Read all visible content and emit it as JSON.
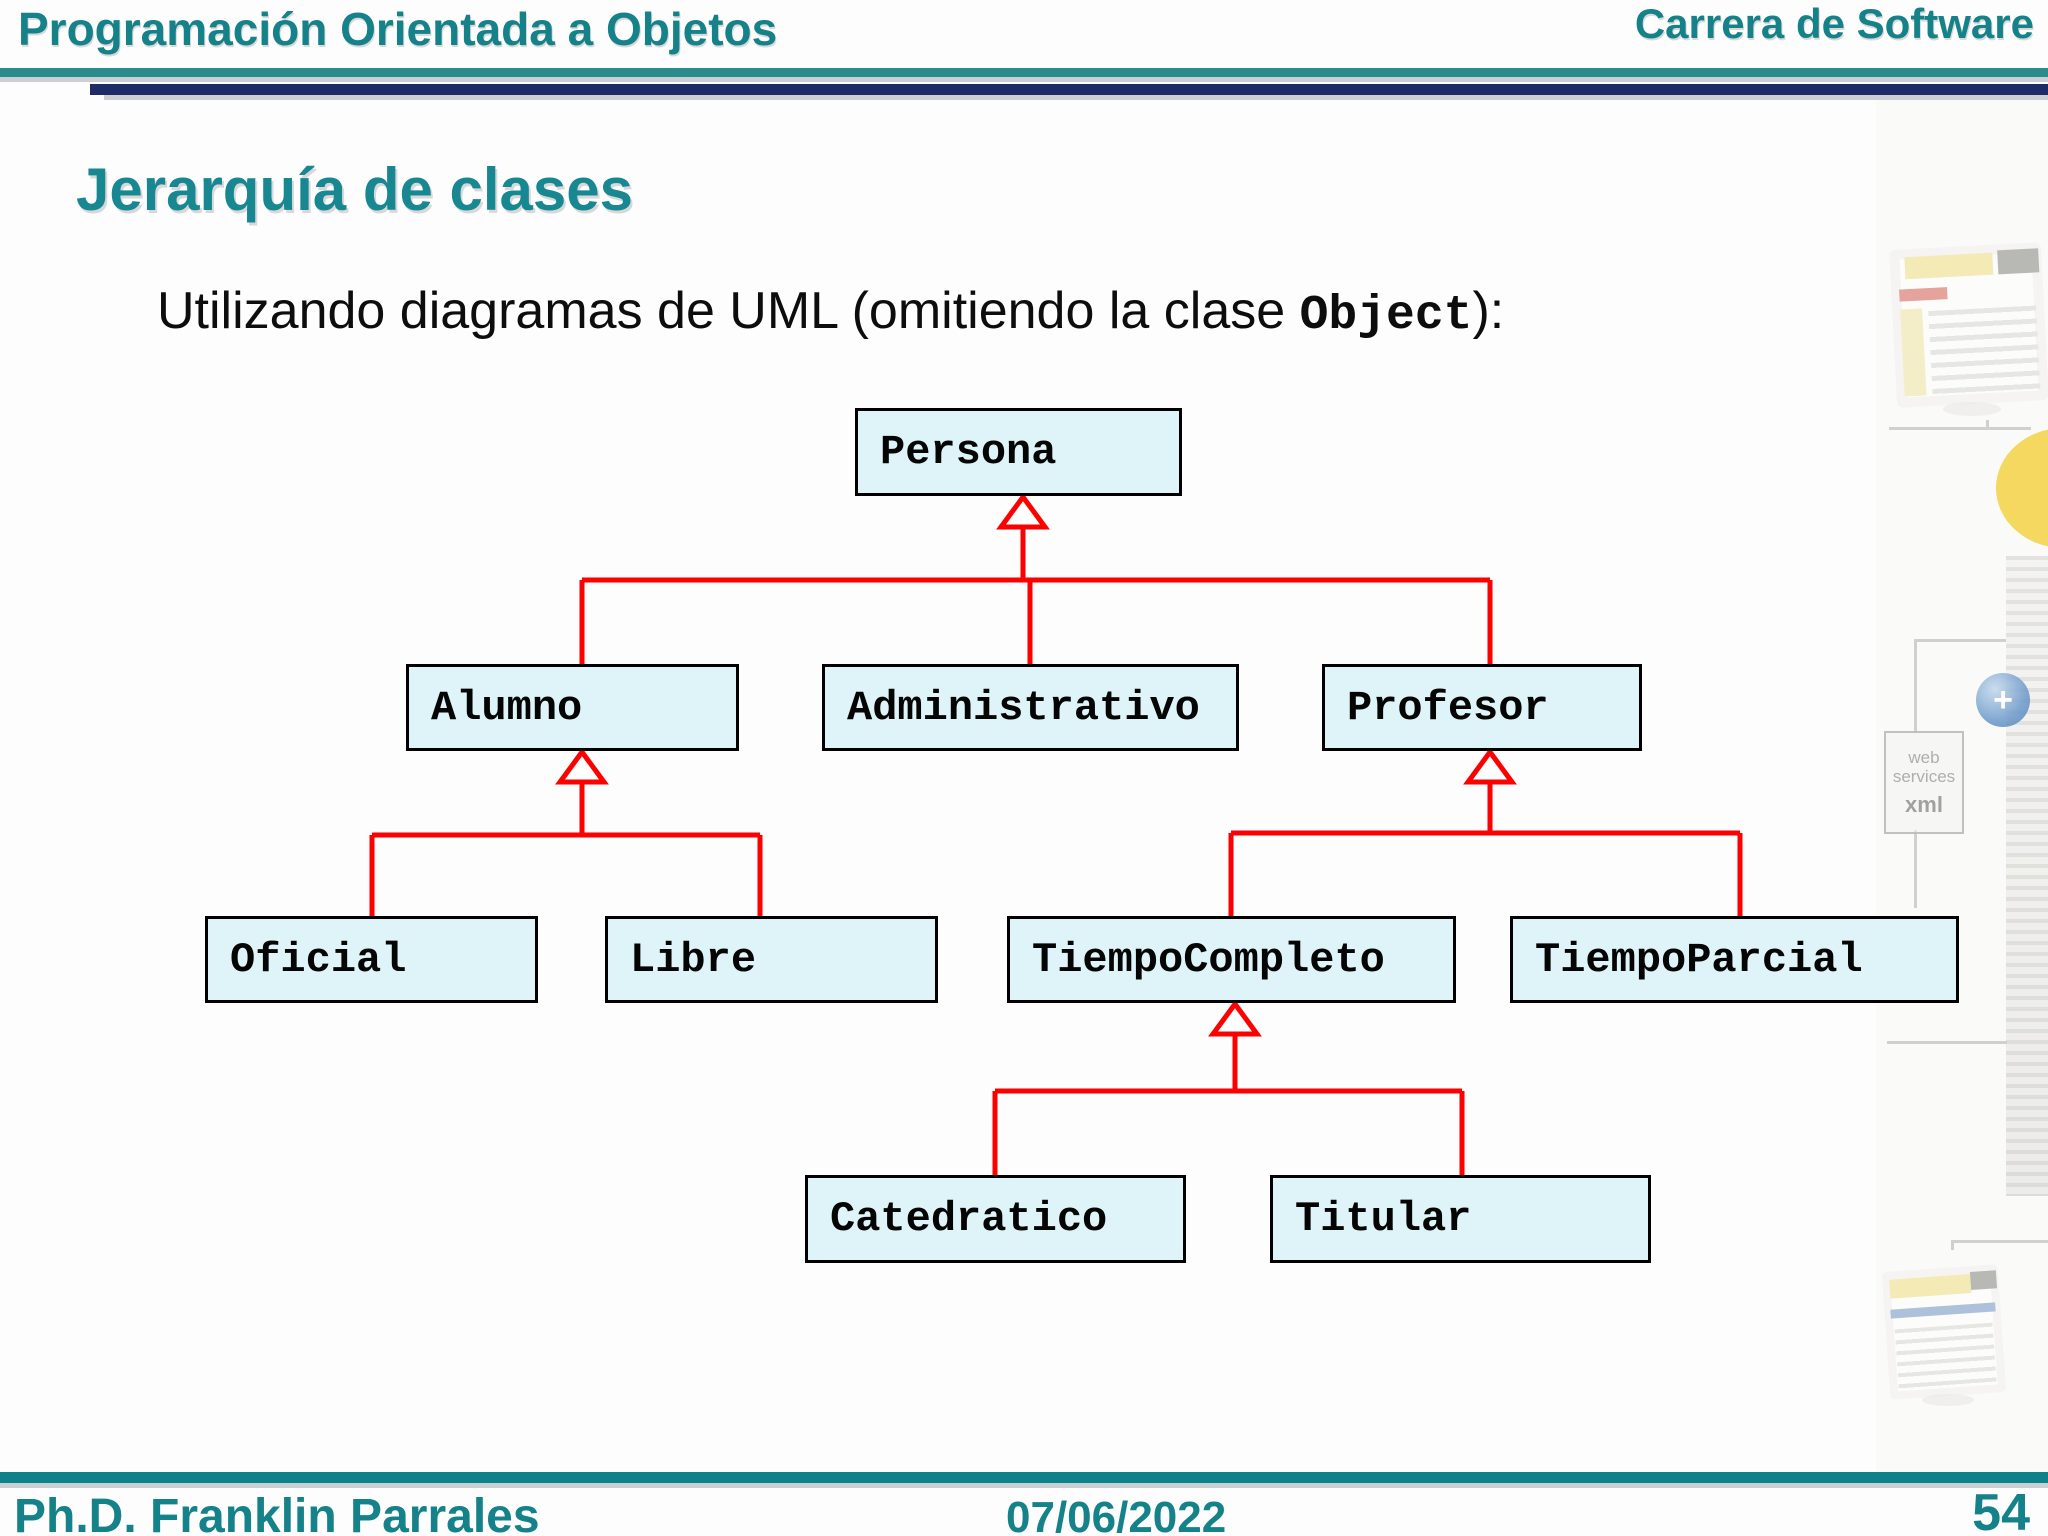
{
  "header": {
    "left_title": "Programación Orientada a Objetos",
    "right_title": "Carrera de Software"
  },
  "slide": {
    "title": "Jerarquía de clases",
    "subtitle": {
      "prefix": "Utilizando diagramas de UML (omitiendo la clase ",
      "code": "Object",
      "suffix": "):"
    }
  },
  "diagram": {
    "type": "uml-class-hierarchy",
    "notation": "UML generalization: hollow red triangle arrows point toward the parent class",
    "nodes": {
      "persona": {
        "label": "Persona"
      },
      "alumno": {
        "label": "Alumno"
      },
      "administrativo": {
        "label": "Administrativo"
      },
      "profesor": {
        "label": "Profesor"
      },
      "oficial": {
        "label": "Oficial"
      },
      "libre": {
        "label": "Libre"
      },
      "tiempocompleto": {
        "label": "TiempoCompleto"
      },
      "tiempoparcial": {
        "label": "TiempoParcial"
      },
      "catedratico": {
        "label": "Catedratico"
      },
      "titular": {
        "label": "Titular"
      }
    },
    "relations": [
      {
        "parent": "Persona",
        "children": [
          "Alumno",
          "Administrativo",
          "Profesor"
        ]
      },
      {
        "parent": "Alumno",
        "children": [
          "Oficial",
          "Libre"
        ]
      },
      {
        "parent": "Profesor",
        "children": [
          "TiempoCompleto",
          "TiempoParcial"
        ]
      },
      {
        "parent": "TiempoCompleto",
        "children": [
          "Catedratico",
          "Titular"
        ]
      }
    ]
  },
  "watermark": {
    "web": "web",
    "services": "services",
    "xml": "xml",
    "plus": "+"
  },
  "footer": {
    "author": "Ph.D. Franklin Parrales",
    "date": "07/06/2022",
    "page": "54"
  },
  "colors": {
    "teal_text": "#15828A",
    "teal_rule": "#2C8C8C",
    "navy_rule": "#1F2B66",
    "connector_red": "#FF0000",
    "node_fill": "#DEF4F8",
    "node_border": "#000000"
  }
}
